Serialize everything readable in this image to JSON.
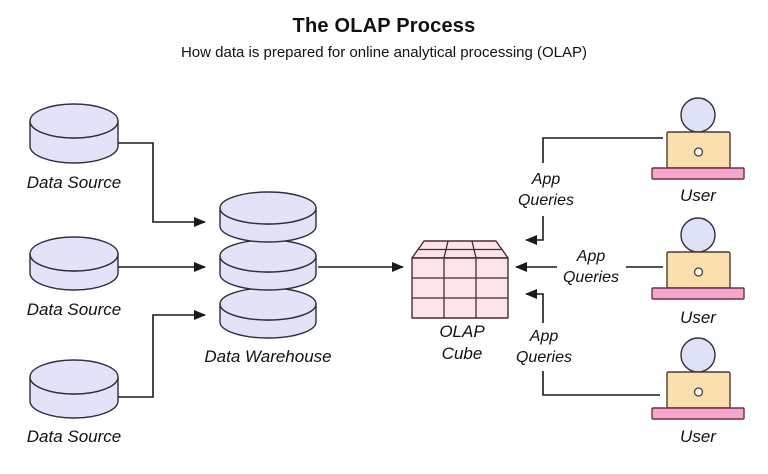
{
  "title": "The OLAP Process",
  "subtitle": "How data is prepared for online analytical processing (OLAP)",
  "colors": {
    "background": "#ffffff",
    "text": "#111111",
    "cylinder_fill": "#e2e3f8",
    "cylinder_stroke": "#2e2e3d",
    "cube_fill": "#fce4ea",
    "cube_stroke": "#4d2a2f",
    "laptop_fill": "#fcdfae",
    "laptop_stroke": "#463e33",
    "base_fill": "#f5a6ca",
    "base_stroke": "#6b3150",
    "head_fill": "#dfe1f6",
    "arrow": "#1a1a1a"
  },
  "nodes": {
    "data_sources": [
      {
        "label": "Data Source"
      },
      {
        "label": "Data Source"
      },
      {
        "label": "Data Source"
      }
    ],
    "warehouse": {
      "label": "Data Warehouse"
    },
    "cube": {
      "label_line1": "OLAP",
      "label_line2": "Cube"
    },
    "users": [
      {
        "label": "User"
      },
      {
        "label": "User"
      },
      {
        "label": "User"
      }
    ],
    "queries": [
      {
        "line1": "App",
        "line2": "Queries"
      },
      {
        "line1": "App",
        "line2": "Queries"
      },
      {
        "line1": "App",
        "line2": "Queries"
      }
    ]
  }
}
